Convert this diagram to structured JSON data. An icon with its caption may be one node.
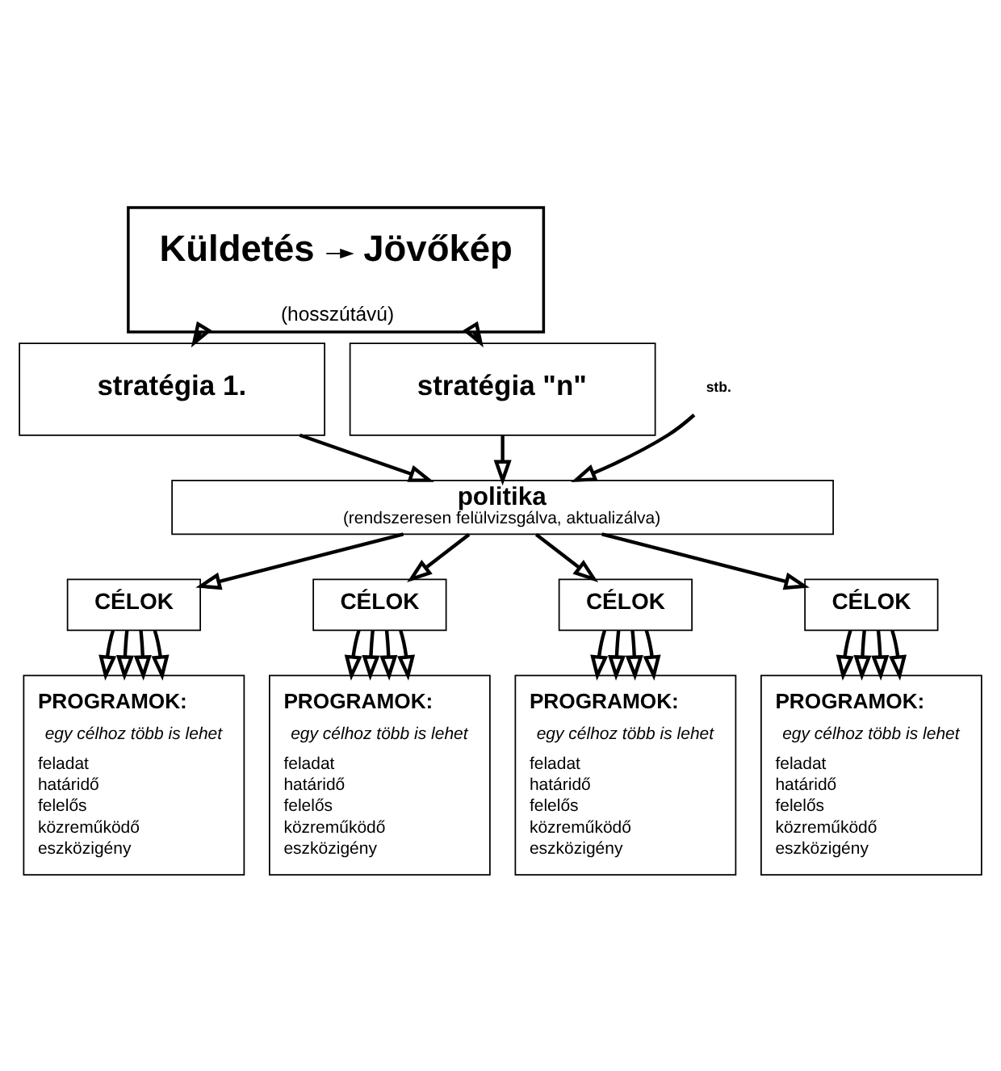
{
  "diagram": {
    "nodes": [
      {
        "text": [
          "(hosszútávú)"
        ]
      },
      {
        "text": [
          "Küldetés"
        ],
        "in": 0
      },
      {
        "text": [
          "Jövőkép"
        ],
        "in": 0
      },
      {
        "text": [
          "stratégia 1."
        ]
      },
      {
        "text": [
          "stb."
        ]
      },
      {
        "text": [
          "stratégia \"n\""
        ]
      },
      {
        "text": [
          "politika",
          "(rendszeresen felülvizsgálva, aktualizálva)"
        ]
      },
      {
        "text": [
          "CÉLOK"
        ]
      },
      {
        "text": [
          "CÉLOK"
        ]
      },
      {
        "text": [
          "CÉLOK"
        ]
      },
      {
        "text": [
          "CÉLOK"
        ]
      },
      {
        "text": [
          "PROGRAMOK:",
          "egy célhoz több is lehet",
          "feladat",
          "határidő",
          "felelős",
          "közreműködő",
          "eszközigény"
        ]
      },
      {
        "text": [
          "PROGRAMOK:",
          "egy célhoz több is lehet",
          "feladat",
          "határidő",
          "felelős",
          "közreműködő",
          "eszközigény"
        ]
      },
      {
        "text": [
          "PROGRAMOK:",
          "egy célhoz több is lehet",
          "feladat",
          "határidő",
          "felelős",
          "közreműködő",
          "eszközigény"
        ]
      },
      {
        "text": [
          "PROGRAMOK:",
          "egy célhoz több is lehet",
          "feladat",
          "határidő",
          "felelős",
          "közreműködő",
          "eszközigény"
        ]
      }
    ],
    "edges": [
      {
        "from": 1,
        "to": 2,
        "arrow": "to"
      },
      {
        "from": 0,
        "to": 3,
        "arrow": "to"
      },
      {
        "from": 0,
        "to": 5,
        "arrow": "to"
      },
      {
        "from": 3,
        "to": 6,
        "arrow": "to"
      },
      {
        "from": 4,
        "to": 6,
        "arrow": "to"
      },
      {
        "from": 5,
        "to": 6,
        "arrow": "to"
      },
      {
        "from": 6,
        "to": 7,
        "arrow": "to"
      },
      {
        "from": 6,
        "to": 8,
        "arrow": "to"
      },
      {
        "from": 6,
        "to": 9,
        "arrow": "to"
      },
      {
        "from": 6,
        "to": 10,
        "arrow": "to"
      },
      {
        "from": 7,
        "to": 11,
        "arrow": "to"
      },
      {
        "from": 7,
        "to": 11,
        "arrow": "to"
      },
      {
        "from": 7,
        "to": 11,
        "arrow": "to"
      },
      {
        "from": 7,
        "to": 11,
        "arrow": "to"
      },
      {
        "from": 8,
        "to": 12,
        "arrow": "to"
      },
      {
        "from": 8,
        "to": 12,
        "arrow": "to"
      },
      {
        "from": 8,
        "to": 12,
        "arrow": "to"
      },
      {
        "from": 8,
        "to": 12,
        "arrow": "to"
      },
      {
        "from": 9,
        "to": 13,
        "arrow": "to"
      },
      {
        "from": 9,
        "to": 13,
        "arrow": "to"
      },
      {
        "from": 9,
        "to": 13,
        "arrow": "to"
      },
      {
        "from": 9,
        "to": 13,
        "arrow": "to"
      },
      {
        "from": 10,
        "to": 14,
        "arrow": "to"
      },
      {
        "from": 10,
        "to": 14,
        "arrow": "to"
      },
      {
        "from": 10,
        "to": 14,
        "arrow": "to"
      },
      {
        "from": 10,
        "to": 14,
        "arrow": "to"
      }
    ]
  }
}
